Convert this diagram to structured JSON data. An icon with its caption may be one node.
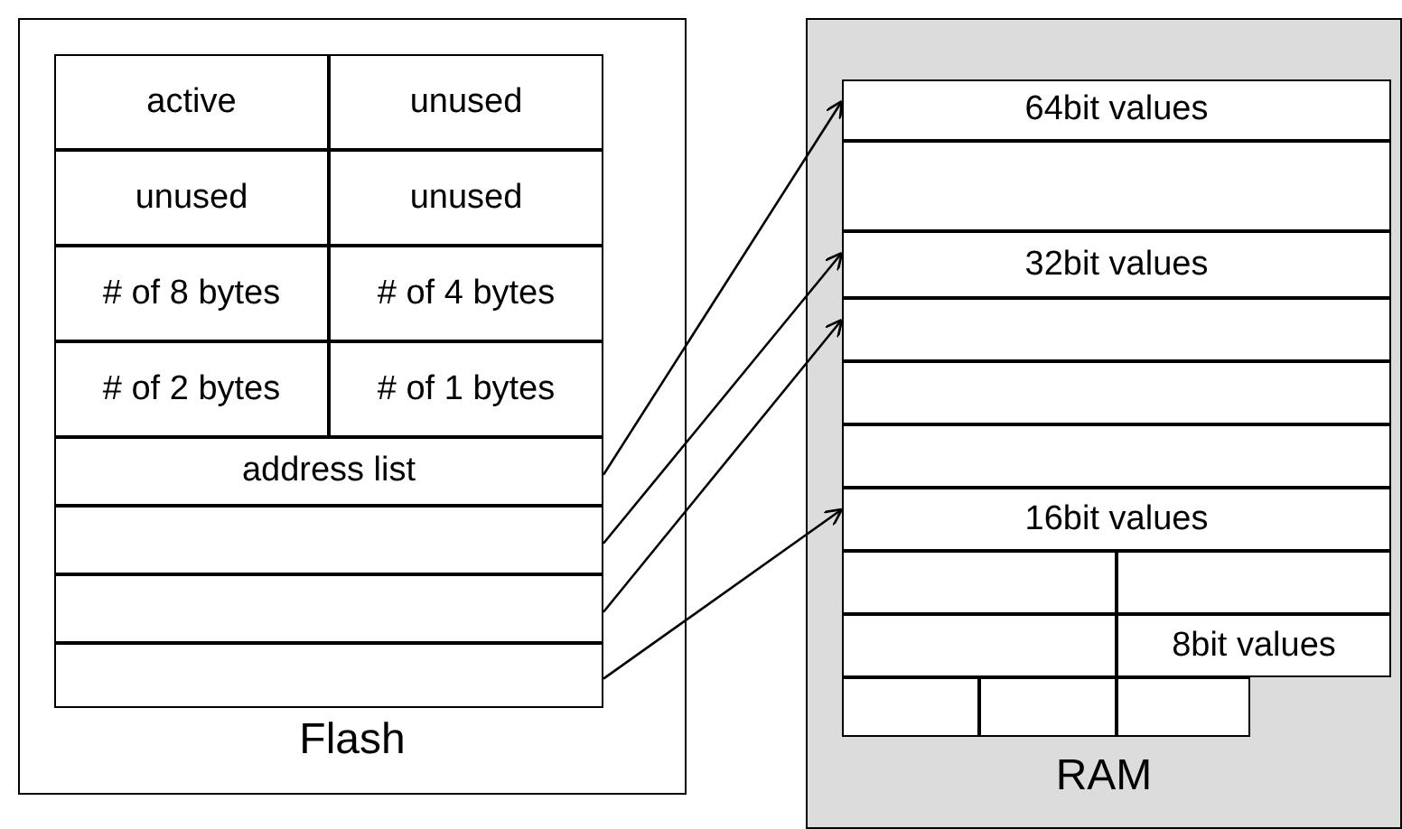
{
  "diagram": {
    "nodes": [
      {
        "text": [
          "Flash"
        ]
      },
      {
        "text": [
          "active"
        ],
        "in": 0
      },
      {
        "text": [
          "unused"
        ],
        "in": 0
      },
      {
        "text": [
          "unused"
        ],
        "in": 0
      },
      {
        "text": [
          "unused"
        ],
        "in": 0
      },
      {
        "text": [
          "# of 8 bytes"
        ],
        "in": 0
      },
      {
        "text": [
          "# of 4 bytes"
        ],
        "in": 0
      },
      {
        "text": [
          "# of 2 bytes"
        ],
        "in": 0
      },
      {
        "text": [
          "# of 1 bytes"
        ],
        "in": 0
      },
      {
        "text": [
          "address list"
        ],
        "in": 0
      },
      {
        "text": [],
        "shape": "box",
        "in": 0
      },
      {
        "text": [],
        "shape": "box",
        "in": 0
      },
      {
        "text": [],
        "shape": "box",
        "in": 0
      },
      {
        "text": [
          "RAM"
        ]
      },
      {
        "text": [
          "64bit values"
        ],
        "in": 13
      },
      {
        "text": [],
        "shape": "box",
        "in": 13
      },
      {
        "text": [
          "32bit values"
        ],
        "in": 13
      },
      {
        "text": [],
        "shape": "box",
        "in": 13
      },
      {
        "text": [],
        "shape": "box",
        "in": 13
      },
      {
        "text": [],
        "shape": "box",
        "in": 13
      },
      {
        "text": [
          "16bit values"
        ],
        "in": 13
      },
      {
        "text": [],
        "shape": "box",
        "in": 13
      },
      {
        "text": [],
        "shape": "box",
        "in": 13
      },
      {
        "text": [],
        "shape": "box",
        "in": 13
      },
      {
        "text": [
          "8bit values"
        ],
        "in": 13
      },
      {
        "text": [],
        "shape": "box",
        "in": 13
      },
      {
        "text": [],
        "shape": "box",
        "in": 13
      },
      {
        "text": [],
        "shape": "box",
        "in": 13
      }
    ],
    "edges": [
      {
        "from": 9,
        "to": 14,
        "arrow": "to"
      },
      {
        "from": 10,
        "to": 16,
        "arrow": "to"
      },
      {
        "from": 11,
        "to": 17,
        "arrow": "to"
      },
      {
        "from": 12,
        "to": 20,
        "arrow": "to"
      }
    ]
  }
}
